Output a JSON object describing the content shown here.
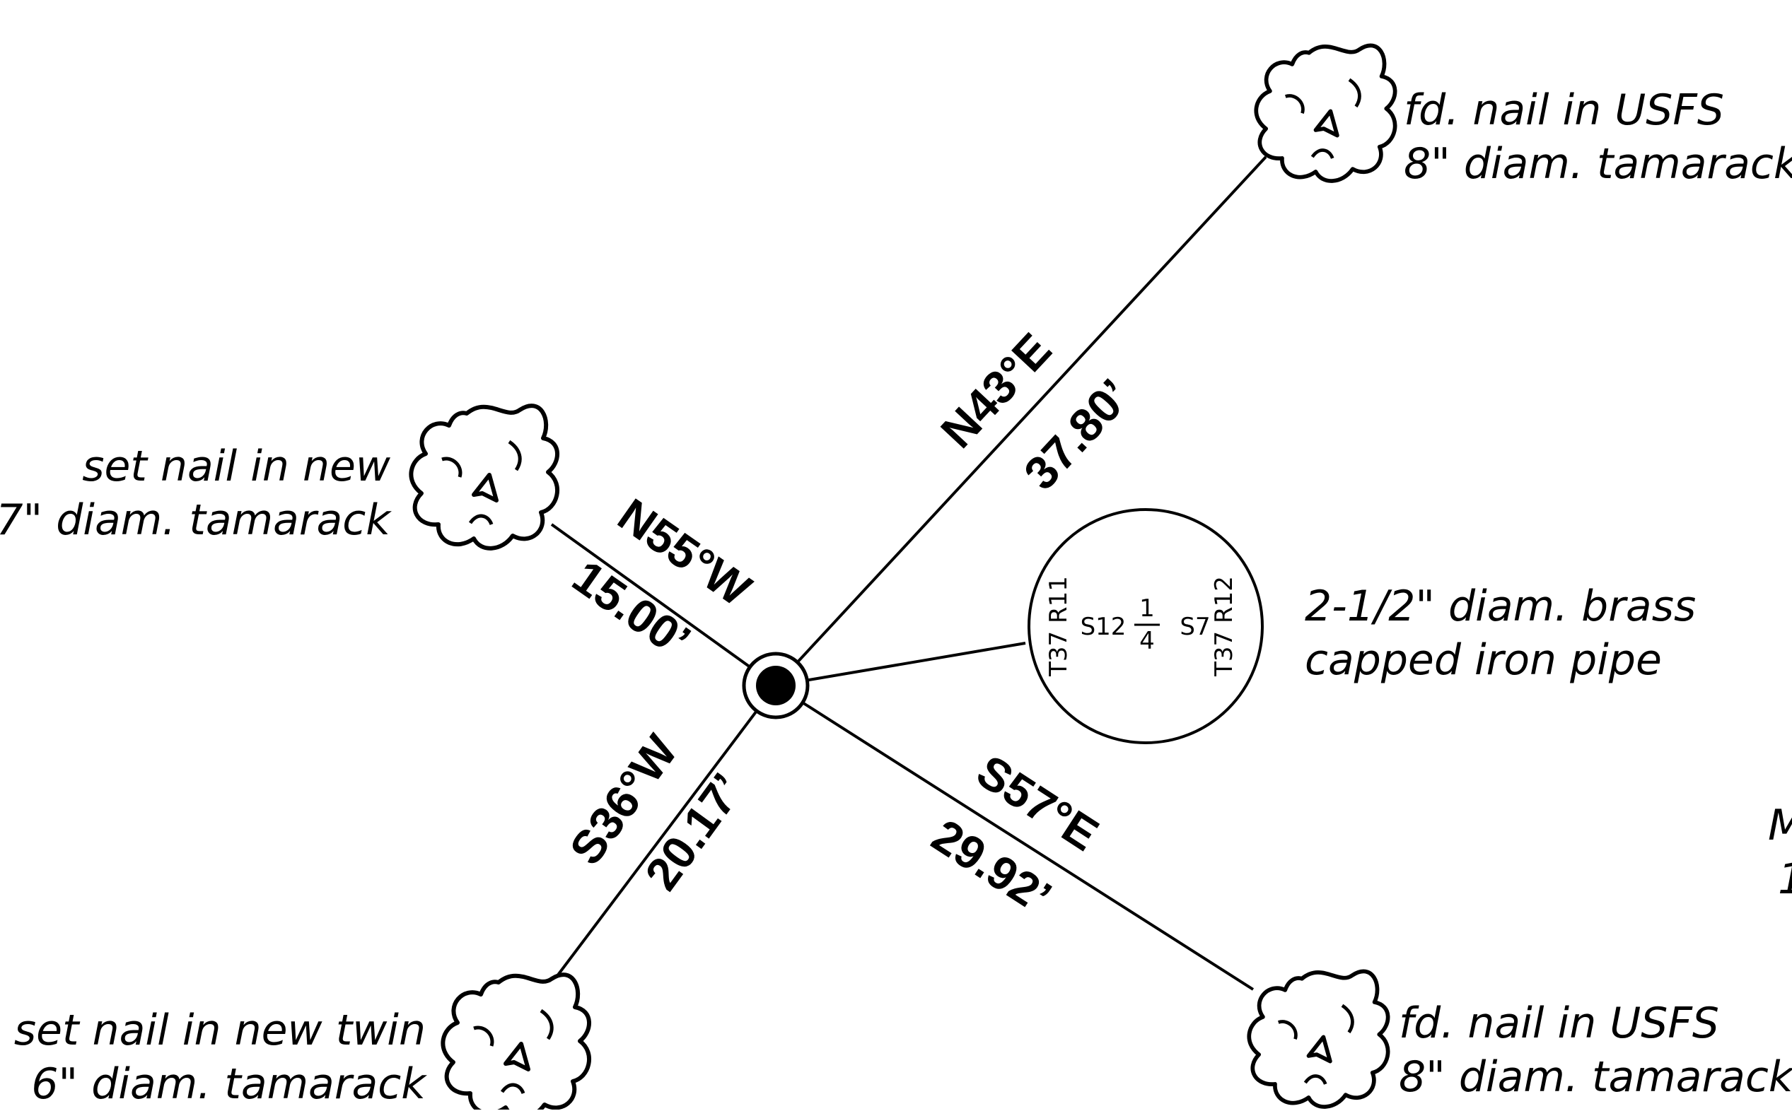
{
  "lines": {
    "northeast": {
      "bearing": "N43°E",
      "distance": "37.80’"
    },
    "northwest": {
      "bearing": "N55°W",
      "distance": "15.00’"
    },
    "southwest": {
      "bearing": "S36°W",
      "distance": "20.17’"
    },
    "southeast": {
      "bearing": "S57°E",
      "distance": "29.92’"
    }
  },
  "trees": {
    "northeast": {
      "line1": "fd. nail in USFS",
      "line2": "8\" diam. tamarack"
    },
    "northwest": {
      "line1": "set nail in new",
      "line2": "7\" diam. tamarack"
    },
    "southwest": {
      "line1": "set nail in new twin",
      "line2": "6\" diam. tamarack"
    },
    "southeast": {
      "line1": "fd. nail in USFS",
      "line2": "8\" diam. tamarack"
    }
  },
  "monument": {
    "line1": "2-1/2\" diam. brass",
    "line2": "capped iron pipe",
    "cap": {
      "left": "T37 R11",
      "right": "T37 R12",
      "section_left": "S12",
      "section_right": "S7",
      "fraction_num": "1",
      "fraction_den": "4"
    }
  },
  "partial_text": {
    "m": "M",
    "i": "1"
  },
  "icons": {
    "tree": "tree-icon",
    "corner": "corner-monument-icon"
  }
}
